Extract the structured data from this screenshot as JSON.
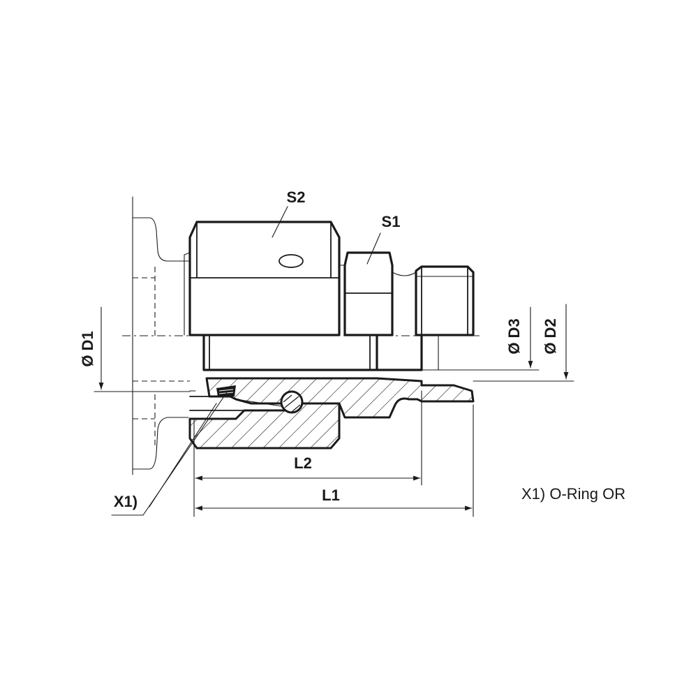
{
  "labels": {
    "s2": "S2",
    "s1": "S1",
    "d1": "Ø D1",
    "d3": "Ø D3",
    "d2": "Ø D2",
    "l2": "L2",
    "l1": "L1",
    "x1": "X1)"
  },
  "note": "X1) O-Ring OR"
}
